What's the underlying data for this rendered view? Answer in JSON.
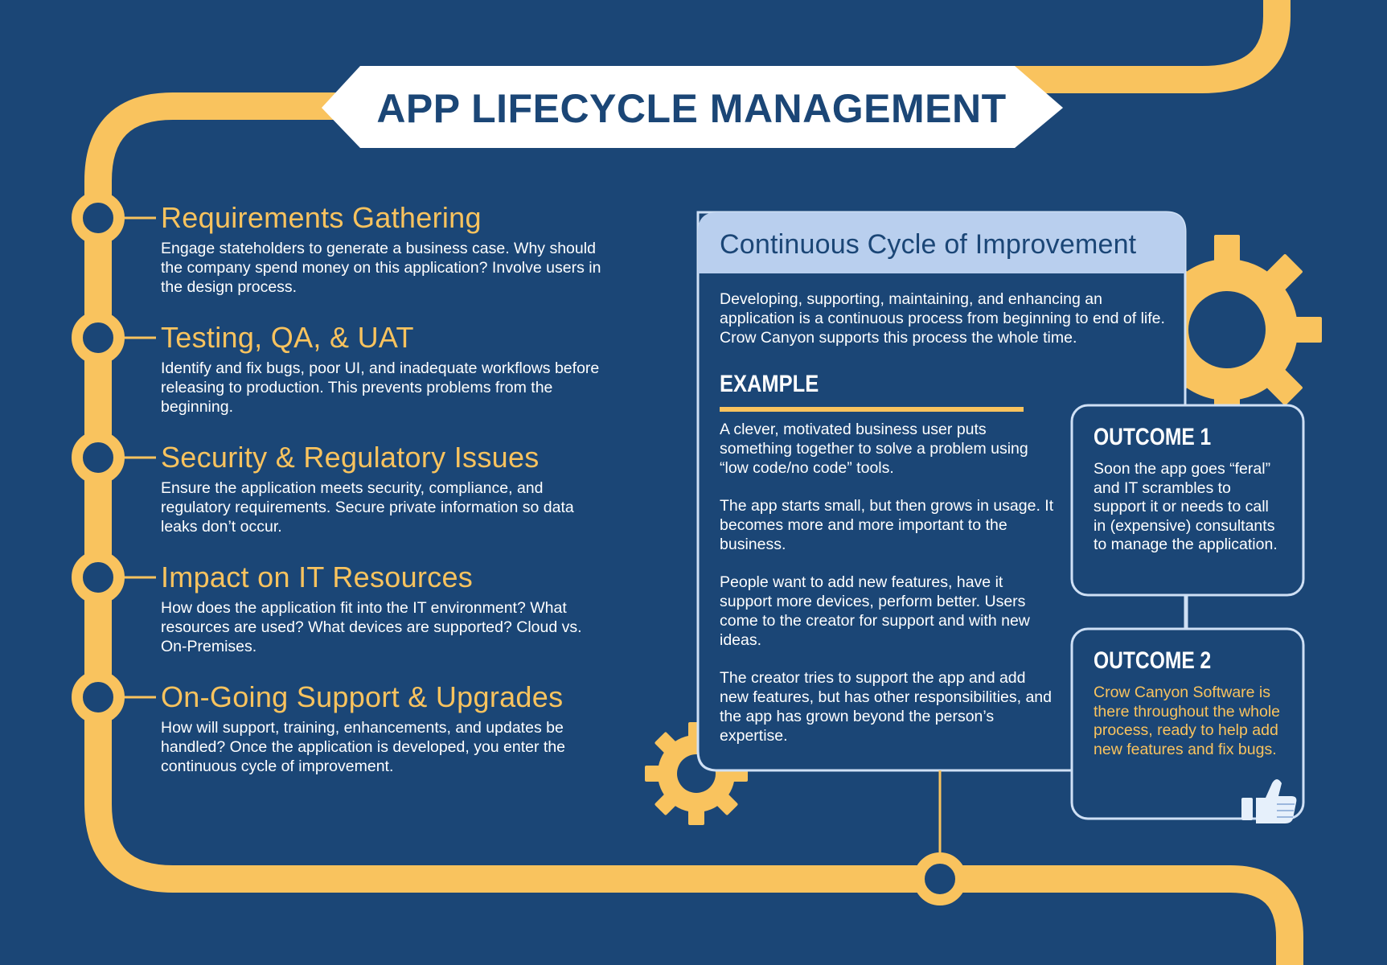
{
  "title": "APP LIFECYCLE MANAGEMENT",
  "stages": [
    {
      "heading": "Requirements Gathering",
      "text": "Engage stateholders to generate a business case. Why should the company spend money on this application? Involve users in the design process."
    },
    {
      "heading": "Testing, QA, & UAT",
      "text": "Identify and fix bugs, poor UI, and inadequate workflows before releasing to production. This prevents problems from the beginning."
    },
    {
      "heading": "Security & Regulatory Issues",
      "text": "Ensure the application meets security, compliance, and regulatory requirements. Secure private information so data leaks don’t occur."
    },
    {
      "heading": "Impact on IT Resources",
      "text": "How does the application fit into the IT environment? What resources are used? What devices are supported? Cloud vs. On-Premises."
    },
    {
      "heading": "On-Going Support & Upgrades",
      "text": "How will support, training, enhancements, and updates be handled? Once the application is developed, you enter the continuous cycle of improvement."
    }
  ],
  "cycle": {
    "title": "Continuous Cycle of Improvement",
    "intro": "Developing, supporting, maintaining, and enhancing an application is a continuous process from beginning to end of life. Crow Canyon supports this process the whole time.",
    "example_label": "EXAMPLE",
    "example_paragraphs": [
      "A clever, motivated business user puts something together to solve a problem using “low code/no code” tools.",
      "The app starts small, but then grows in usage. It becomes more and more important to the business.",
      "People want to add new features, have it support more devices, perform better. Users come to the creator for support and with new ideas.",
      "The creator tries to support the app and add new features, but has other responsibilities, and the app has grown beyond the person’s expertise."
    ]
  },
  "outcomes": [
    {
      "label": "OUTCOME 1",
      "text": "Soon the app goes “feral” and IT scrambles to support it or needs to call in (expensive) consultants to manage the application."
    },
    {
      "label": "OUTCOME 2",
      "text": "Crow Canyon Software is there throughout the whole process, ready to help add new features and fix bugs."
    }
  ],
  "icons": [
    "gear-icon",
    "thumbs-up-icon"
  ],
  "colors": {
    "background": "#1b4676",
    "accent_yellow": "#f9c35e",
    "panel_header": "#b9cfee",
    "outline": "#cfe0f5",
    "text_white": "#ffffff"
  }
}
